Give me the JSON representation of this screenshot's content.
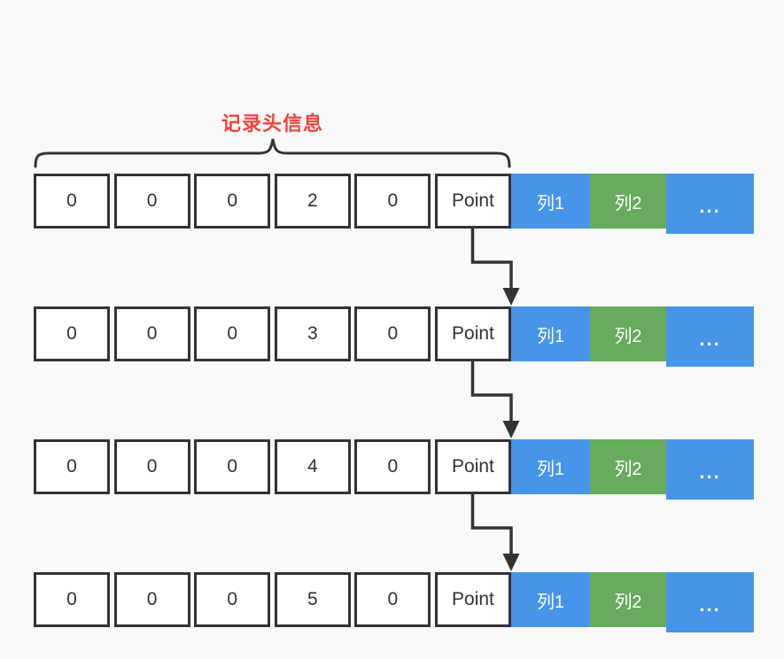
{
  "colors": {
    "blue": "#4795e8",
    "green": "#67ab5c",
    "labelRed": "#f4433c",
    "line": "#333333",
    "bg": "#f9f9fa",
    "cellBg": "#ffffff",
    "cellText": "#ffffff"
  },
  "annotation": {
    "label": "记录头信息"
  },
  "rows": [
    {
      "cells": [
        "0",
        "0",
        "0",
        "2",
        "0",
        "Point"
      ],
      "columns": [
        "列1",
        "列2",
        "..."
      ]
    },
    {
      "cells": [
        "0",
        "0",
        "0",
        "3",
        "0",
        "Point"
      ],
      "columns": [
        "列1",
        "列2",
        "..."
      ]
    },
    {
      "cells": [
        "0",
        "0",
        "0",
        "4",
        "0",
        "Point"
      ],
      "columns": [
        "列1",
        "列2",
        "..."
      ]
    },
    {
      "cells": [
        "0",
        "0",
        "0",
        "5",
        "0",
        "Point"
      ],
      "columns": [
        "列1",
        "列2",
        "..."
      ]
    }
  ]
}
